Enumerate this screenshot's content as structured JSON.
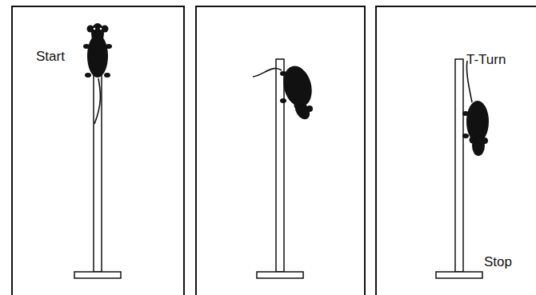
{
  "diagram": {
    "labels": [
      "Start",
      "T-Turn",
      "Stop"
    ]
  }
}
